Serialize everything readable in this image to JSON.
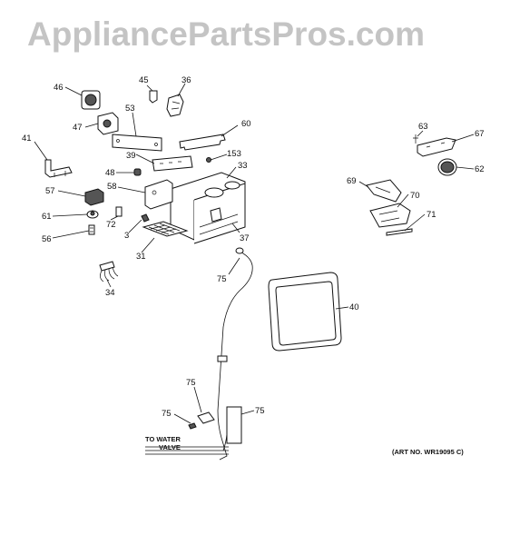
{
  "watermark": "AppliancePartsPros.com",
  "parts": [
    "46",
    "45",
    "36",
    "53",
    "60",
    "47",
    "41",
    "39",
    "153",
    "33",
    "48",
    "58",
    "57",
    "72",
    "61",
    "3",
    "37",
    "56",
    "31",
    "75",
    "34",
    "63",
    "67",
    "62",
    "69",
    "70",
    "71",
    "40"
  ],
  "note": {
    "line1": "TO WATER",
    "line2": "VALVE"
  },
  "art_number": "(ART NO. WR19095 C)"
}
